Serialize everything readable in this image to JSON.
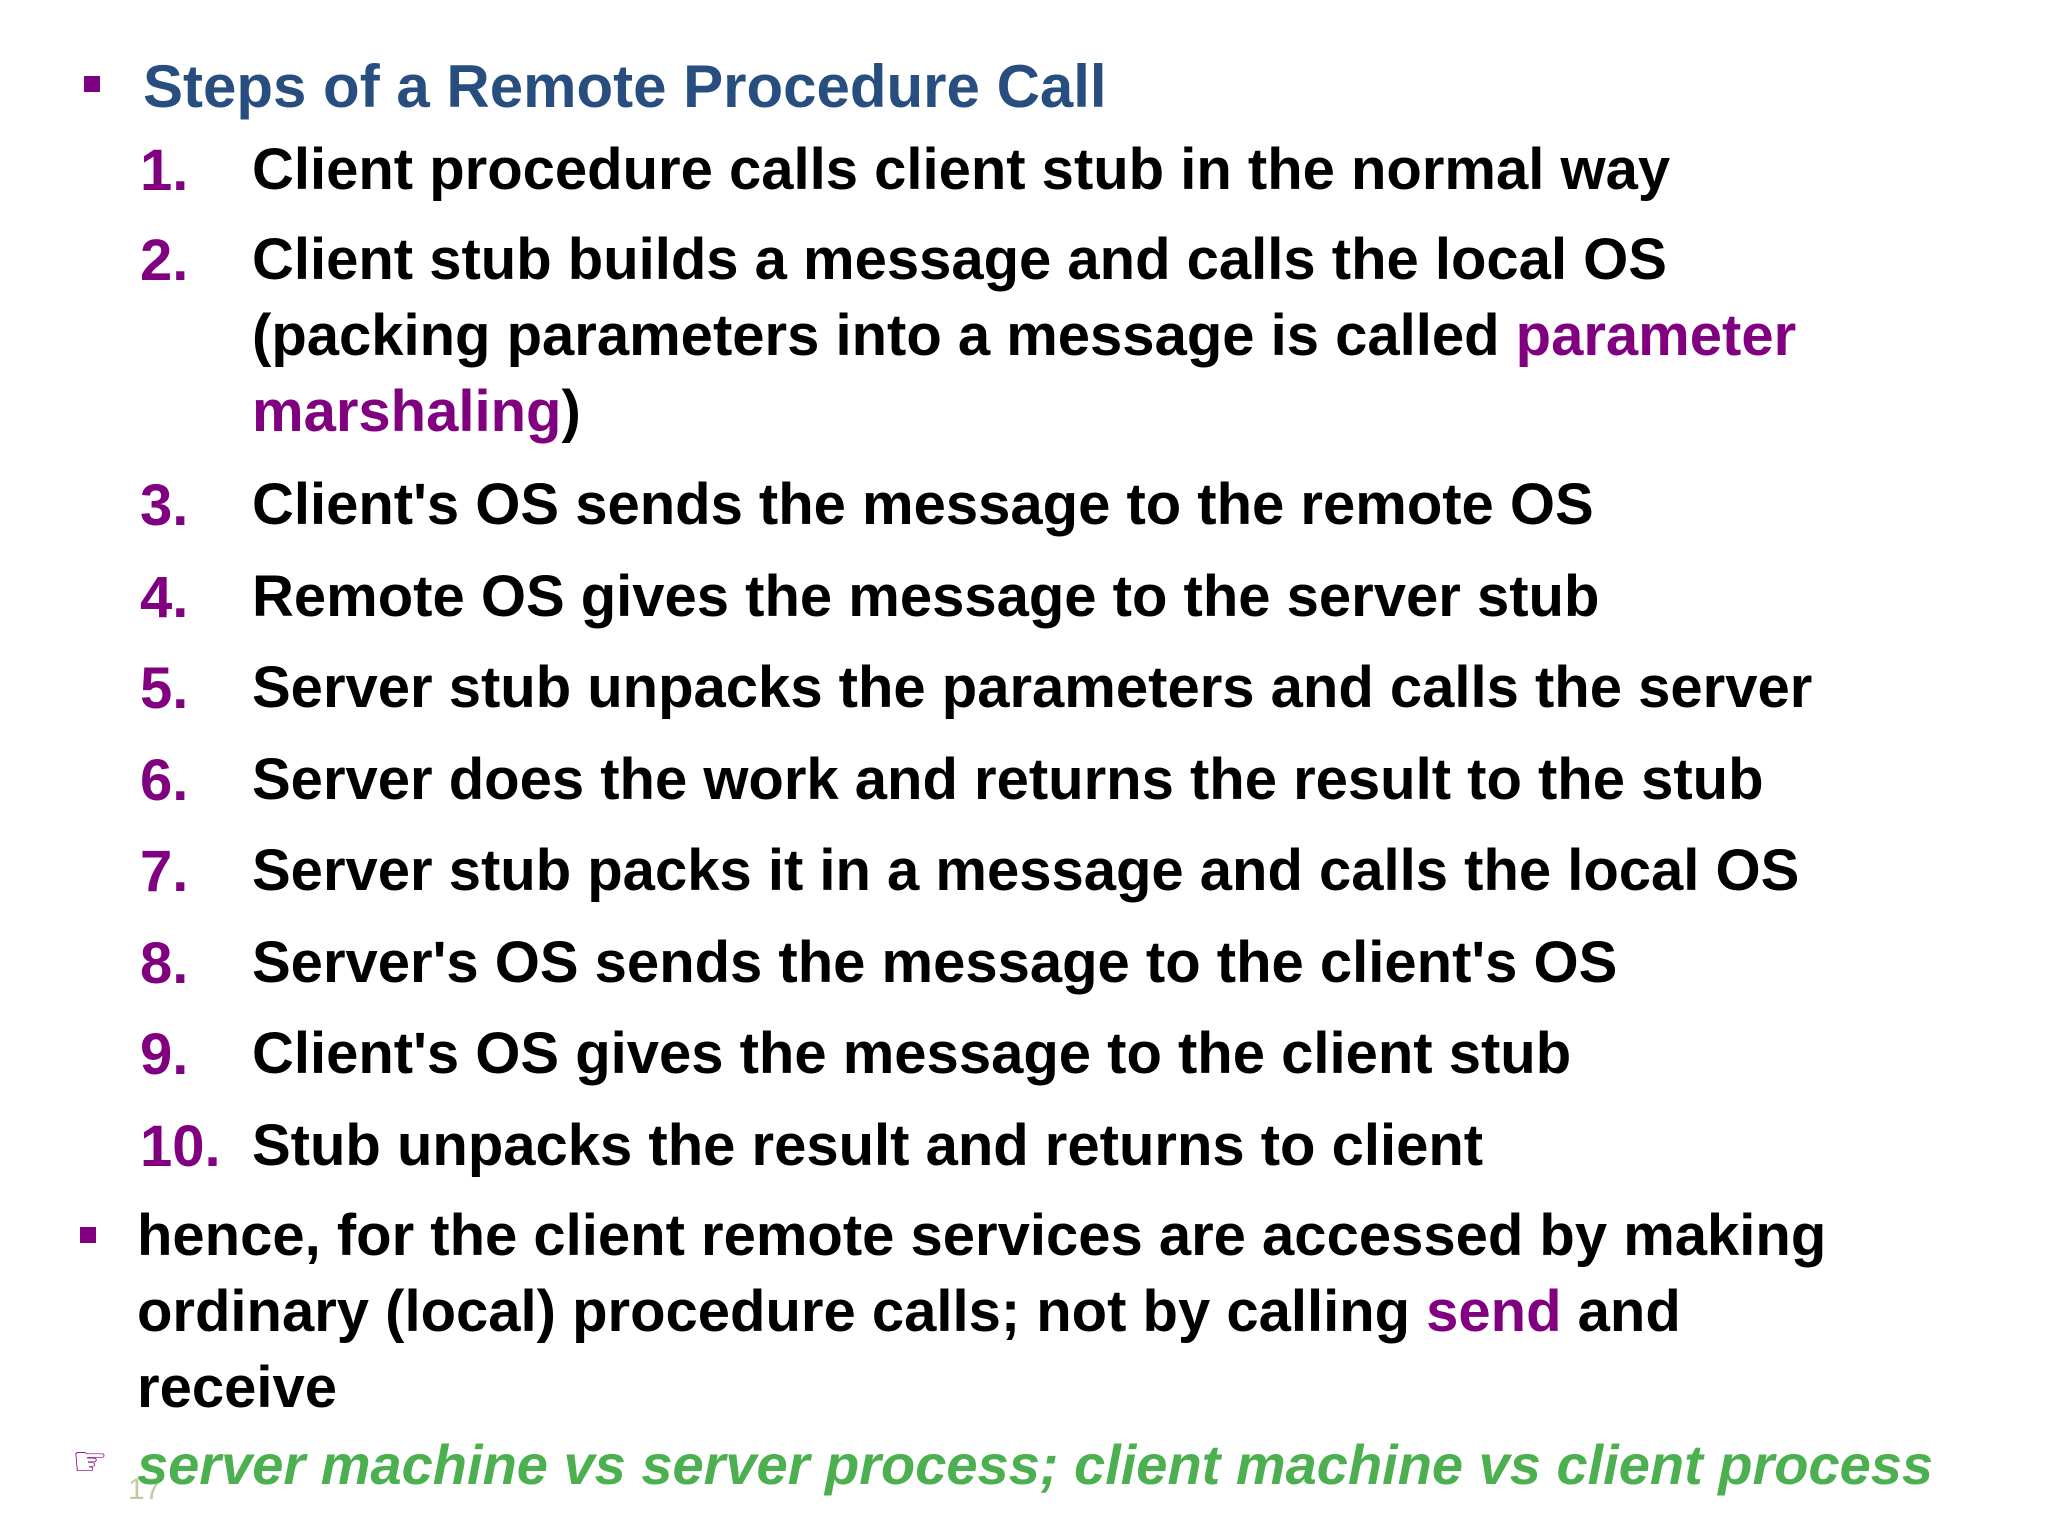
{
  "heading": "Steps of a Remote Procedure Call",
  "steps": [
    {
      "num": "1.",
      "text": "Client procedure calls client stub in the normal way"
    },
    {
      "num": "2.",
      "line1": "Client stub builds a message and calls the local OS",
      "line2_pre": "(packing parameters into a message is called ",
      "line2_hl": "parameter",
      "line3_hl": "marshaling",
      "line3_post": ")"
    },
    {
      "num": "3.",
      "text": "Client's OS sends the message to the remote OS"
    },
    {
      "num": "4.",
      "text": "Remote OS gives the message to the server stub"
    },
    {
      "num": "5.",
      "text": "Server stub unpacks the parameters and calls the server"
    },
    {
      "num": "6.",
      "text": "Server does the work and returns the result to the stub"
    },
    {
      "num": "7.",
      "text": "Server stub packs it in a message and calls the local OS"
    },
    {
      "num": "8.",
      "text": "Server's OS sends the message to the client's OS"
    },
    {
      "num": "9.",
      "text": "Client's OS gives the message to the client stub"
    },
    {
      "num": "10.",
      "text": "Stub unpacks the result and returns to client"
    }
  ],
  "note": {
    "line1": "hence, for the client remote services are accessed by making",
    "line2_pre": "ordinary (local) procedure calls; not by calling ",
    "line2_hl": "send",
    "line2_post": " and",
    "line3_hl": "receive"
  },
  "footer": "server machine vs server process; client machine vs client process",
  "page_number": "17",
  "icons": {
    "bullet": "square-bullet-icon",
    "pointer": "pointing-hand-icon"
  },
  "colors": {
    "heading": "#284e80",
    "accent": "#800080",
    "footer": "#4caf50",
    "text": "#000000"
  }
}
